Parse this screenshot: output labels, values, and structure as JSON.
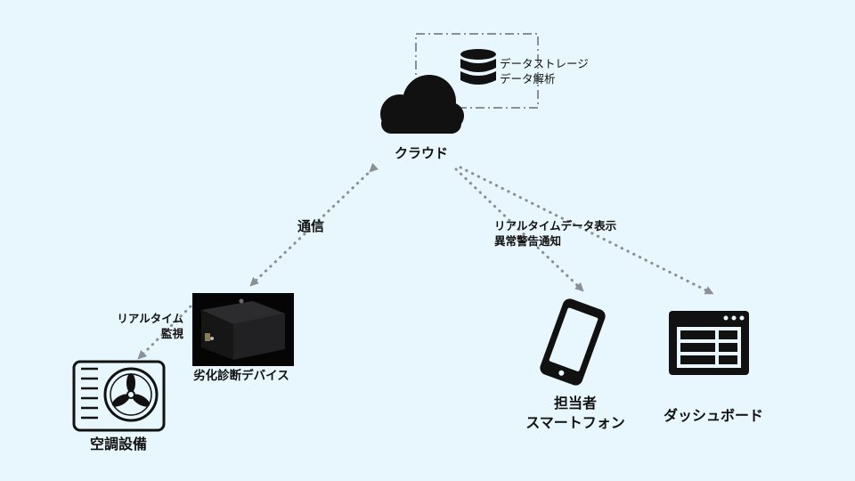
{
  "cloud": {
    "label": "クラウド",
    "storage_line1": "データストレージ",
    "storage_line2": "データ解析"
  },
  "links": {
    "communication": "通信",
    "smartphone_line1": "リアルタイムデータ表示",
    "smartphone_line2": "異常警告通知",
    "monitor_line1": "リアルタイム",
    "monitor_line2": "監視"
  },
  "device": {
    "label": "劣化診断デバイス"
  },
  "hvac": {
    "label": "空調設備"
  },
  "smartphone": {
    "line1": "担当者",
    "line2": "スマートフォン"
  },
  "dashboard": {
    "label": "ダッシュボード"
  },
  "colors": {
    "background": "#e8f6fd",
    "icon": "#111111",
    "arrow": "#8a9094",
    "dashed_box": "#8a9094"
  },
  "icons": [
    "database-icon",
    "cloud-icon",
    "fan-unit-icon",
    "smartphone-icon",
    "dashboard-window-icon",
    "device-photo"
  ]
}
